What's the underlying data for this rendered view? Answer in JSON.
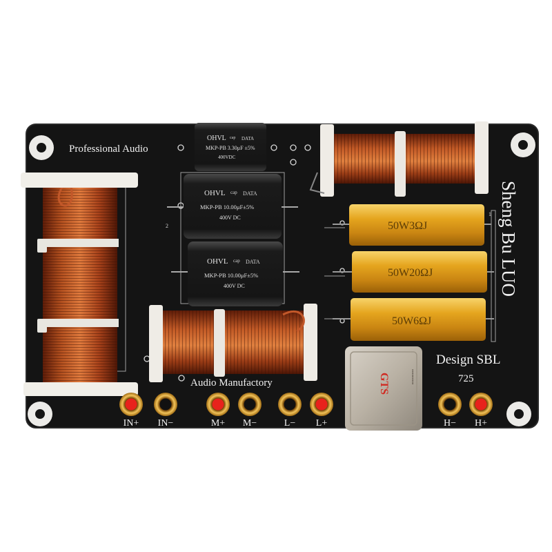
{
  "board": {
    "title_left": "Professional Audio",
    "brand": "Sheng Bu LUO",
    "design": "Design SBL",
    "model": "725",
    "footer": "Audio Manufactory"
  },
  "capacitors": [
    {
      "brand": "OHVL",
      "sub": "cap",
      "tag": "DATA",
      "spec": "MKP-PB 3.30μF ±5%",
      "voltage": "400VDC"
    },
    {
      "brand": "OHVL",
      "sub": "cap",
      "tag": "DATA",
      "spec": "MKP-PB 10.00μF±5%",
      "voltage": "400V DC"
    },
    {
      "brand": "OHVL",
      "sub": "cap",
      "tag": "DATA",
      "spec": "MKP-PB 10.00μF±5%",
      "voltage": "400V DC"
    }
  ],
  "resistors": [
    {
      "label": "50W3ΩJ"
    },
    {
      "label": "50W20ΩJ"
    },
    {
      "label": "50W6ΩJ"
    }
  ],
  "module": {
    "label": "GTS"
  },
  "terminals": [
    {
      "label": "IN+",
      "color": "#e8221c"
    },
    {
      "label": "IN−",
      "color": "#111111"
    },
    {
      "label": "M+",
      "color": "#e8221c"
    },
    {
      "label": "M−",
      "color": "#111111"
    },
    {
      "label": "L−",
      "color": "#111111"
    },
    {
      "label": "L+",
      "color": "#e8221c"
    },
    {
      "label": "H−",
      "color": "#111111"
    },
    {
      "label": "H+",
      "color": "#e8221c"
    }
  ],
  "pcb_marks": {
    "mark_2": "2",
    "mark_1": "1"
  },
  "colors": {
    "pcb": "#141414",
    "copper": "#a8401c",
    "resistor": "#e0a21c",
    "gold": "#d8a23a"
  }
}
